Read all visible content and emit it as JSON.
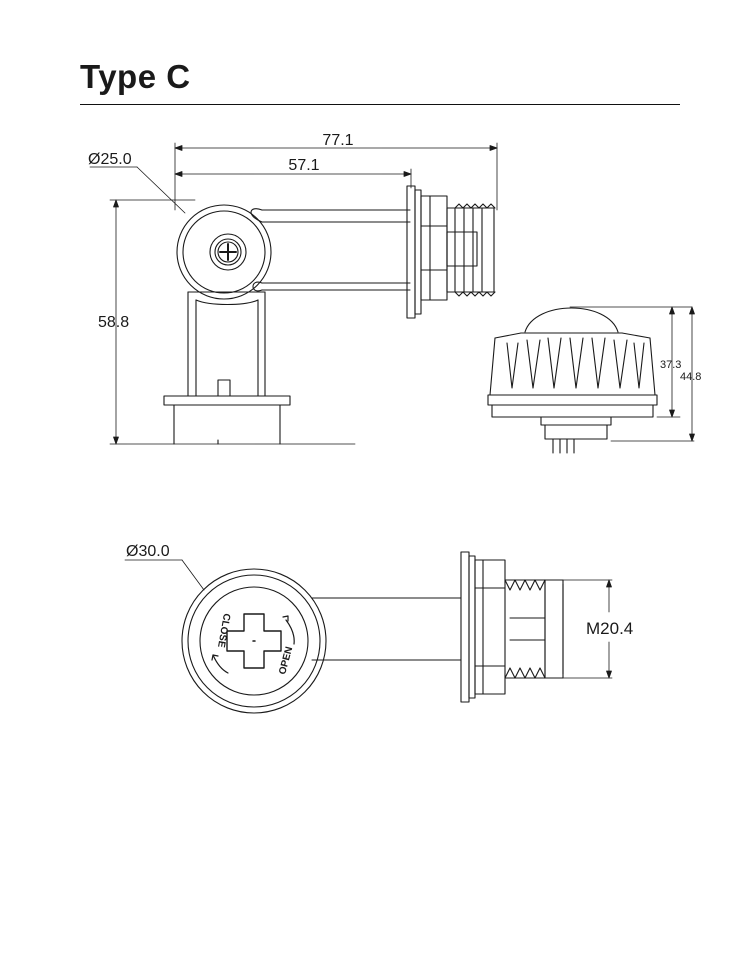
{
  "page": {
    "title": "Type C"
  },
  "drawing": {
    "top_view": {
      "dim_total_width": "77.1",
      "dim_arm_width": "57.1",
      "dim_head_diameter": "Ø25.0",
      "dim_height": "58.8"
    },
    "side_view": {
      "dim_height_inner": "37.3",
      "dim_height_outer": "44.8"
    },
    "front_view": {
      "dim_cap_diameter": "Ø30.0",
      "dim_thread": "M20.4",
      "cap_label_close": "CLOSE",
      "cap_label_open": "OPEN"
    }
  }
}
